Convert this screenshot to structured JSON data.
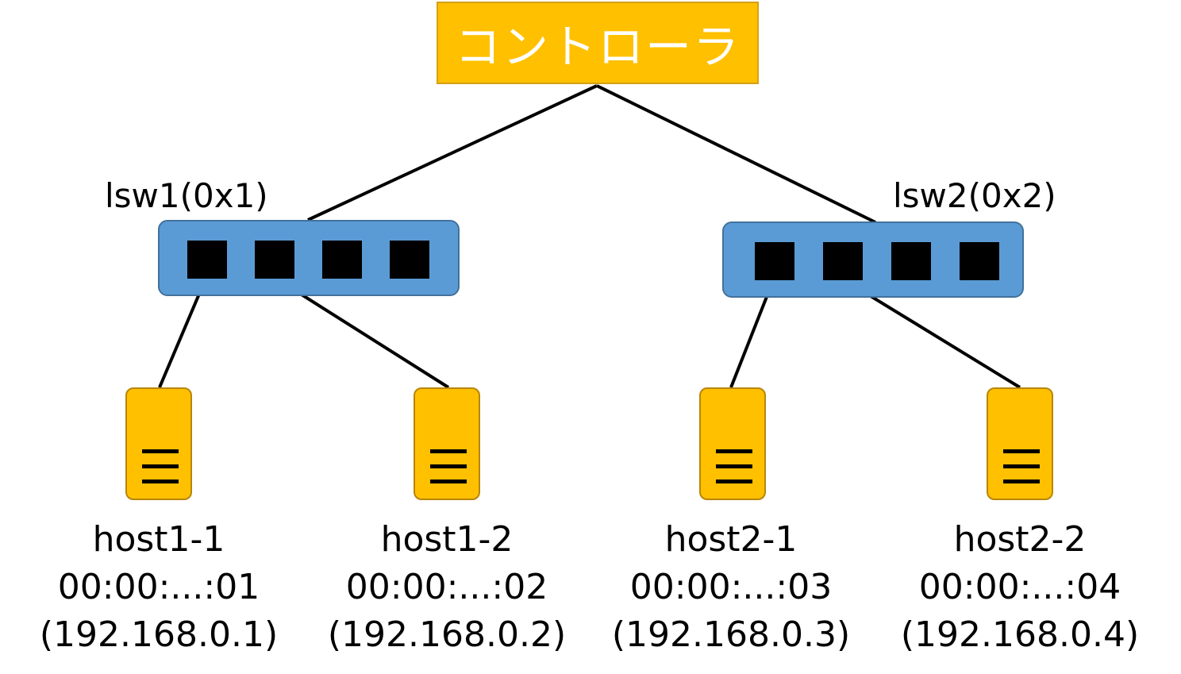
{
  "controller": {
    "label": "コントローラ",
    "fill": "#FFC000"
  },
  "switches": [
    {
      "label": "lsw1(0x1)",
      "fill": "#5B9BD5",
      "ports": 4
    },
    {
      "label": "lsw2(0x2)",
      "fill": "#5B9BD5",
      "ports": 4
    }
  ],
  "hosts": [
    {
      "name": "host1-1",
      "mac": "00:00:...:01",
      "ip": "(192.168.0.1)"
    },
    {
      "name": "host1-2",
      "mac": "00:00:...:02",
      "ip": "(192.168.0.2)"
    },
    {
      "name": "host2-1",
      "mac": "00:00:...:03",
      "ip": "(192.168.0.3)"
    },
    {
      "name": "host2-2",
      "mac": "00:00:...:04",
      "ip": "(192.168.0.4)"
    }
  ],
  "colors": {
    "host_fill": "#FFC000",
    "port": "#000000",
    "link": "#000000"
  },
  "icons": {
    "host": "server-icon",
    "port": "switch-port-icon"
  }
}
